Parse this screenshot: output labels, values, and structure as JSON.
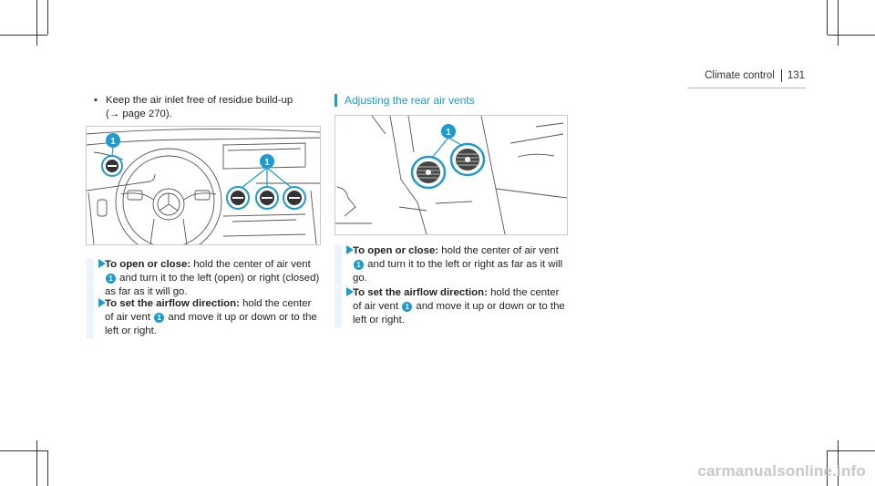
{
  "header": {
    "section": "Climate control",
    "page_number": "131"
  },
  "left_column": {
    "bullet": {
      "marker": "•",
      "text": "Keep the air inlet free of residue build-up",
      "ref": "(→ page 270)."
    },
    "steps": [
      {
        "title": "To open or close:",
        "text_before": "hold the center of air vent",
        "callout": "1",
        "text_after": "and turn it to the left (open) or right (closed) as far as it will go."
      },
      {
        "title": "To set the airflow direction:",
        "text_before": "hold the center of air vent",
        "callout": "1",
        "text_after": "and move it up or down or to the left or right."
      }
    ]
  },
  "right_column": {
    "section_title": "Adjusting the rear air vents",
    "steps": [
      {
        "title": "To open or close:",
        "text_before": "hold the center of air vent",
        "callout": "1",
        "text_after": "and turn it to the left or right as far as it will go."
      },
      {
        "title": "To set the airflow direction:",
        "text_before": "hold the center of air vent",
        "callout": "1",
        "text_after": "and move it up or down or to the left or right."
      }
    ]
  },
  "figure1": {
    "callouts": [
      "1",
      "1"
    ]
  },
  "figure2": {
    "callouts": [
      "1"
    ]
  },
  "watermark": "carmanualsonline.info",
  "colors": {
    "accent": "#1b9bd1",
    "step_bg": "#eaf5fb"
  }
}
